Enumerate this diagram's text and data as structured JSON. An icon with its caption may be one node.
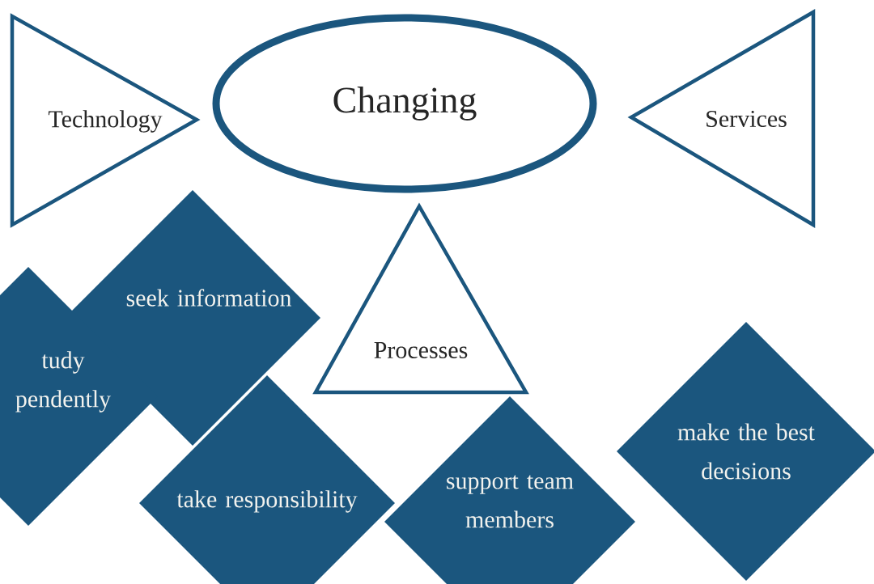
{
  "diagram": {
    "nodes": [
      {
        "text": [
          "Technology"
        ]
      },
      {
        "text": [
          "Changing"
        ]
      },
      {
        "text": [
          "Services"
        ]
      },
      {
        "text": [
          "seek information"
        ]
      },
      {
        "text": [
          "tudy pendently"
        ]
      },
      {
        "text": [
          "Processes"
        ]
      },
      {
        "text": [
          "take responsibility"
        ]
      },
      {
        "text": [
          "support team members"
        ]
      },
      {
        "text": [
          "make the best decisions"
        ]
      }
    ]
  }
}
